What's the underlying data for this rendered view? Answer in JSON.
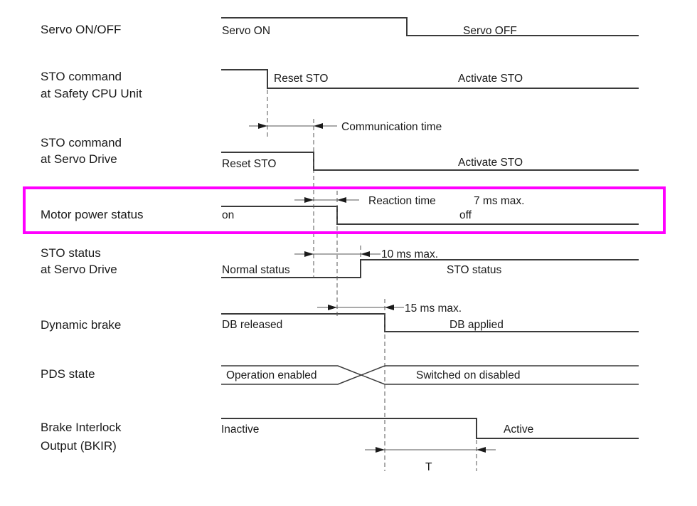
{
  "diagram": {
    "type": "timing-diagram",
    "highlight_color": "#ff00ff",
    "highlighted_row": "Motor power status",
    "rows": [
      {
        "label_lines": [
          "Servo ON/OFF"
        ],
        "before": "Servo ON",
        "after": "Servo OFF"
      },
      {
        "label_lines": [
          "STO command",
          "at Safety CPU Unit"
        ],
        "before": "Reset STO",
        "after": "Activate STO"
      },
      {
        "label_lines": [
          "STO command",
          "at Servo Drive"
        ],
        "before": "Reset STO",
        "after": "Activate STO"
      },
      {
        "label_lines": [
          "Motor power status"
        ],
        "before": "on",
        "after": "off"
      },
      {
        "label_lines": [
          "STO status",
          "at Servo Drive"
        ],
        "before": "Normal status",
        "after": "STO status"
      },
      {
        "label_lines": [
          "Dynamic brake"
        ],
        "before": "DB released",
        "after": "DB applied"
      },
      {
        "label_lines": [
          "PDS state"
        ],
        "before": "Operation enabled",
        "after": "Switched on disabled"
      },
      {
        "label_lines": [
          "Brake Interlock",
          "Output (BKIR)"
        ],
        "before": "Inactive",
        "after": "Active"
      }
    ],
    "timings": {
      "communication": "Communication time",
      "reaction": "Reaction time",
      "reaction_max": "7 ms max.",
      "sto_status_max": "10 ms max.",
      "db_max": "15 ms max.",
      "bkir_delay": "T"
    }
  }
}
